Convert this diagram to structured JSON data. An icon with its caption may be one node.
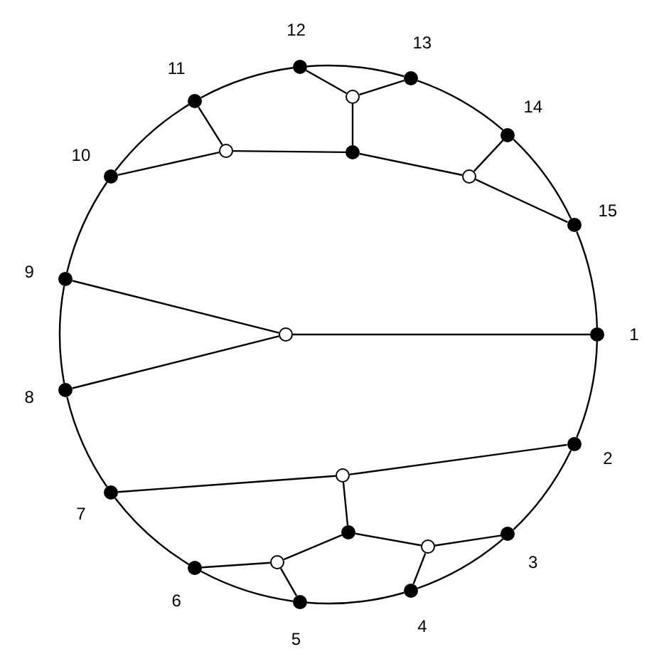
{
  "diagram": {
    "nodes": [
      {
        "text": [],
        "shape": "dot",
        "beside": [
          "1"
        ]
      },
      {
        "text": [],
        "shape": "dot",
        "beside": [
          "2"
        ]
      },
      {
        "text": [],
        "shape": "dot",
        "beside": [
          "3"
        ]
      },
      {
        "text": [],
        "shape": "dot",
        "beside": [
          "4"
        ]
      },
      {
        "text": [],
        "shape": "dot",
        "beside": [
          "5"
        ]
      },
      {
        "text": [],
        "shape": "dot",
        "beside": [
          "6"
        ]
      },
      {
        "text": [],
        "shape": "dot",
        "beside": [
          "7"
        ]
      },
      {
        "text": [],
        "shape": "dot",
        "beside": [
          "8"
        ]
      },
      {
        "text": [],
        "shape": "dot",
        "beside": [
          "9"
        ]
      },
      {
        "text": [],
        "shape": "dot",
        "beside": [
          "10"
        ]
      },
      {
        "text": [],
        "shape": "dot",
        "beside": [
          "11"
        ]
      },
      {
        "text": [],
        "shape": "dot",
        "beside": [
          "12"
        ]
      },
      {
        "text": [],
        "shape": "dot",
        "beside": [
          "13"
        ]
      },
      {
        "text": [],
        "shape": "dot",
        "beside": [
          "14"
        ]
      },
      {
        "text": [],
        "shape": "dot",
        "beside": [
          "15"
        ]
      },
      {
        "text": [],
        "shape": "circle"
      },
      {
        "text": [],
        "shape": "circle"
      },
      {
        "text": [],
        "shape": "dot"
      },
      {
        "text": [],
        "shape": "circle"
      },
      {
        "text": [],
        "shape": "circle"
      },
      {
        "text": [],
        "shape": "circle"
      },
      {
        "text": [],
        "shape": "dot"
      },
      {
        "text": [],
        "shape": "circle"
      },
      {
        "text": [],
        "shape": "circle"
      }
    ],
    "edges": [
      {
        "from": 0,
        "to": 1,
        "arrow": "none"
      },
      {
        "from": 1,
        "to": 2,
        "arrow": "none"
      },
      {
        "from": 2,
        "to": 3,
        "arrow": "none"
      },
      {
        "from": 3,
        "to": 4,
        "arrow": "none"
      },
      {
        "from": 4,
        "to": 5,
        "arrow": "none"
      },
      {
        "from": 5,
        "to": 6,
        "arrow": "none"
      },
      {
        "from": 6,
        "to": 7,
        "arrow": "none"
      },
      {
        "from": 7,
        "to": 8,
        "arrow": "none"
      },
      {
        "from": 8,
        "to": 9,
        "arrow": "none"
      },
      {
        "from": 9,
        "to": 10,
        "arrow": "none"
      },
      {
        "from": 10,
        "to": 11,
        "arrow": "none"
      },
      {
        "from": 11,
        "to": 12,
        "arrow": "none"
      },
      {
        "from": 12,
        "to": 13,
        "arrow": "none"
      },
      {
        "from": 13,
        "to": 14,
        "arrow": "none"
      },
      {
        "from": 14,
        "to": 0,
        "arrow": "none"
      },
      {
        "from": 11,
        "to": 15,
        "arrow": "none"
      },
      {
        "from": 12,
        "to": 15,
        "arrow": "none"
      },
      {
        "from": 15,
        "to": 17,
        "arrow": "none"
      },
      {
        "from": 10,
        "to": 16,
        "arrow": "none"
      },
      {
        "from": 9,
        "to": 16,
        "arrow": "none"
      },
      {
        "from": 16,
        "to": 17,
        "arrow": "none"
      },
      {
        "from": 17,
        "to": 18,
        "arrow": "none"
      },
      {
        "from": 13,
        "to": 18,
        "arrow": "none"
      },
      {
        "from": 14,
        "to": 18,
        "arrow": "none"
      },
      {
        "from": 8,
        "to": 19,
        "arrow": "none"
      },
      {
        "from": 7,
        "to": 19,
        "arrow": "none"
      },
      {
        "from": 0,
        "to": 19,
        "arrow": "none"
      },
      {
        "from": 1,
        "to": 20,
        "arrow": "none"
      },
      {
        "from": 6,
        "to": 20,
        "arrow": "none"
      },
      {
        "from": 20,
        "to": 21,
        "arrow": "none"
      },
      {
        "from": 21,
        "to": 22,
        "arrow": "none"
      },
      {
        "from": 21,
        "to": 23,
        "arrow": "none"
      },
      {
        "from": 5,
        "to": 22,
        "arrow": "none"
      },
      {
        "from": 4,
        "to": 22,
        "arrow": "none"
      },
      {
        "from": 2,
        "to": 23,
        "arrow": "none"
      },
      {
        "from": 3,
        "to": 23,
        "arrow": "none"
      }
    ]
  }
}
